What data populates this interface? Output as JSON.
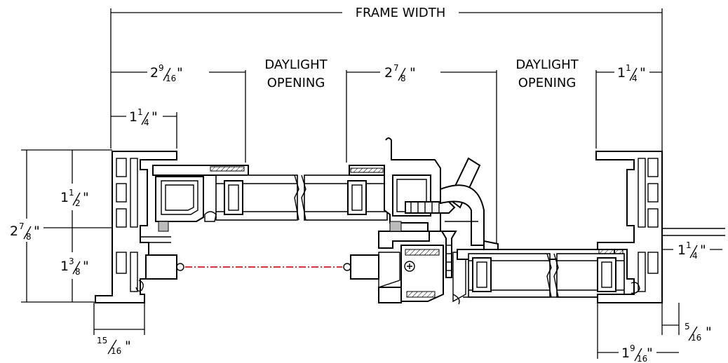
{
  "labels": {
    "frame_width": "FRAME WIDTH",
    "daylight_1": "DAYLIGHT",
    "opening_1": "OPENING",
    "daylight_2": "DAYLIGHT",
    "opening_2": "OPENING"
  },
  "dimensions": {
    "top_left_whole": "2",
    "top_left_num": "9",
    "top_left_den": "16",
    "top_mid_whole": "2",
    "top_mid_num": "7",
    "top_mid_den": "8",
    "top_right_whole": "1",
    "top_right_num": "1",
    "top_right_den": "4",
    "left_small_whole": "1",
    "left_small_num": "1",
    "left_small_den": "4",
    "overall_height_whole": "2",
    "overall_height_num": "7",
    "overall_height_den": "8",
    "upper_height_whole": "1",
    "upper_height_num": "1",
    "upper_height_den": "2",
    "lower_height_whole": "1",
    "lower_height_num": "3",
    "lower_height_den": "8",
    "bottom_left_num": "15",
    "bottom_left_den": "16",
    "right_side_whole": "1",
    "right_side_num": "1",
    "right_side_den": "4",
    "right_small_num": "5",
    "right_small_den": "16",
    "bottom_right_whole": "1",
    "bottom_right_num": "9",
    "bottom_right_den": "16",
    "inch_mark": "\""
  },
  "colors": {
    "line": "#000000",
    "centerline": "#d0181a"
  }
}
